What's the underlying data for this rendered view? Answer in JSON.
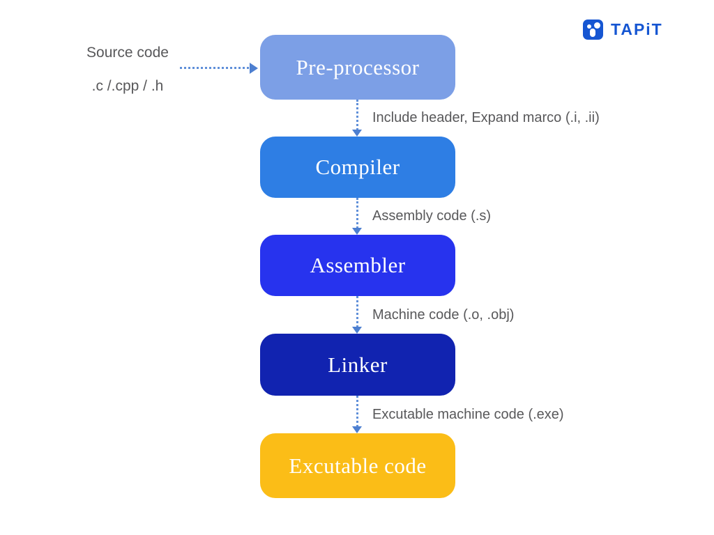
{
  "logo": {
    "brand": "TAPiT",
    "brand_color": "#1656D2"
  },
  "source_input": {
    "line1": "Source code",
    "line2": ".c /.cpp / .h"
  },
  "theme": {
    "background": "#FFFFFF",
    "arrow_color": "#5F8FD9",
    "arrow_head_color": "#4D7FD0",
    "label_color": "#58585A",
    "box_text_color": "#FFFFFF"
  },
  "stages": [
    {
      "label": "Pre-processor",
      "color": "#7C9FE6",
      "output_label": "Include header, Expand marco (.i, .ii)"
    },
    {
      "label": "Compiler",
      "color": "#2E7EE4",
      "output_label": "Assembly code (.s)"
    },
    {
      "label": "Assembler",
      "color": "#2733EE",
      "output_label": "Machine code (.o, .obj)"
    },
    {
      "label": "Linker",
      "color": "#1123B0",
      "output_label": "Excutable machine code (.exe)"
    },
    {
      "label": "Excutable code",
      "color": "#FBBD17",
      "output_label": ""
    }
  ]
}
